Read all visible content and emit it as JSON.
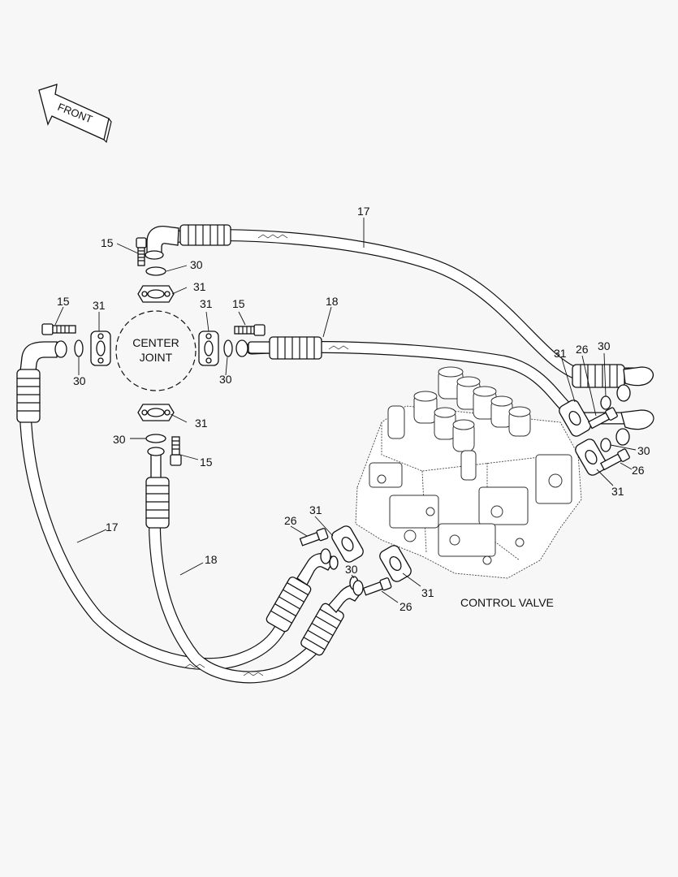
{
  "diagram": {
    "direction_arrow": {
      "label": "FRONT"
    },
    "center_joint": {
      "label_line1": "CENTER",
      "label_line2": "JOINT"
    },
    "control_valve": {
      "label": "CONTROL VALVE"
    },
    "callouts": [
      "17",
      "15",
      "30",
      "31",
      "15",
      "31",
      "31",
      "15",
      "18",
      "30",
      "30",
      "31",
      "30",
      "15",
      "31",
      "26",
      "30",
      "30",
      "26",
      "31",
      "31",
      "26",
      "30",
      "26",
      "31",
      "17",
      "18"
    ]
  }
}
